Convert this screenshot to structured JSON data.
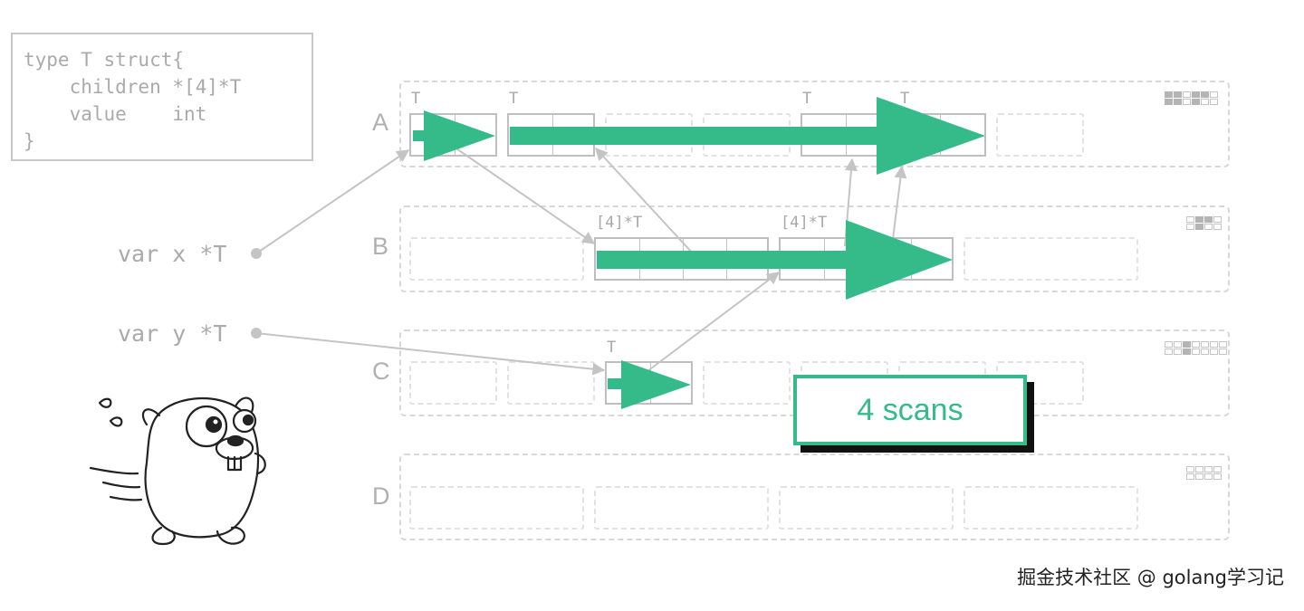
{
  "code": {
    "lines": [
      "type T struct{",
      "    children *[4]*T",
      "    value    int",
      "}"
    ]
  },
  "rows": [
    {
      "label": "A"
    },
    {
      "label": "B"
    },
    {
      "label": "C"
    },
    {
      "label": "D"
    }
  ],
  "slot_tags": {
    "a1": "T",
    "a2": "T",
    "a5": "T",
    "a5b": "T",
    "b2": "[4]*T",
    "b3": "[4]*T",
    "c3": "T"
  },
  "vars": {
    "x": "var x *T",
    "y": "var y *T"
  },
  "scan_badge": {
    "text": "4 scans"
  },
  "watermark": "掘金技术社区 @ golang学习记",
  "colors": {
    "accent": "#35bb8a",
    "grey": "#c4c4c4"
  }
}
